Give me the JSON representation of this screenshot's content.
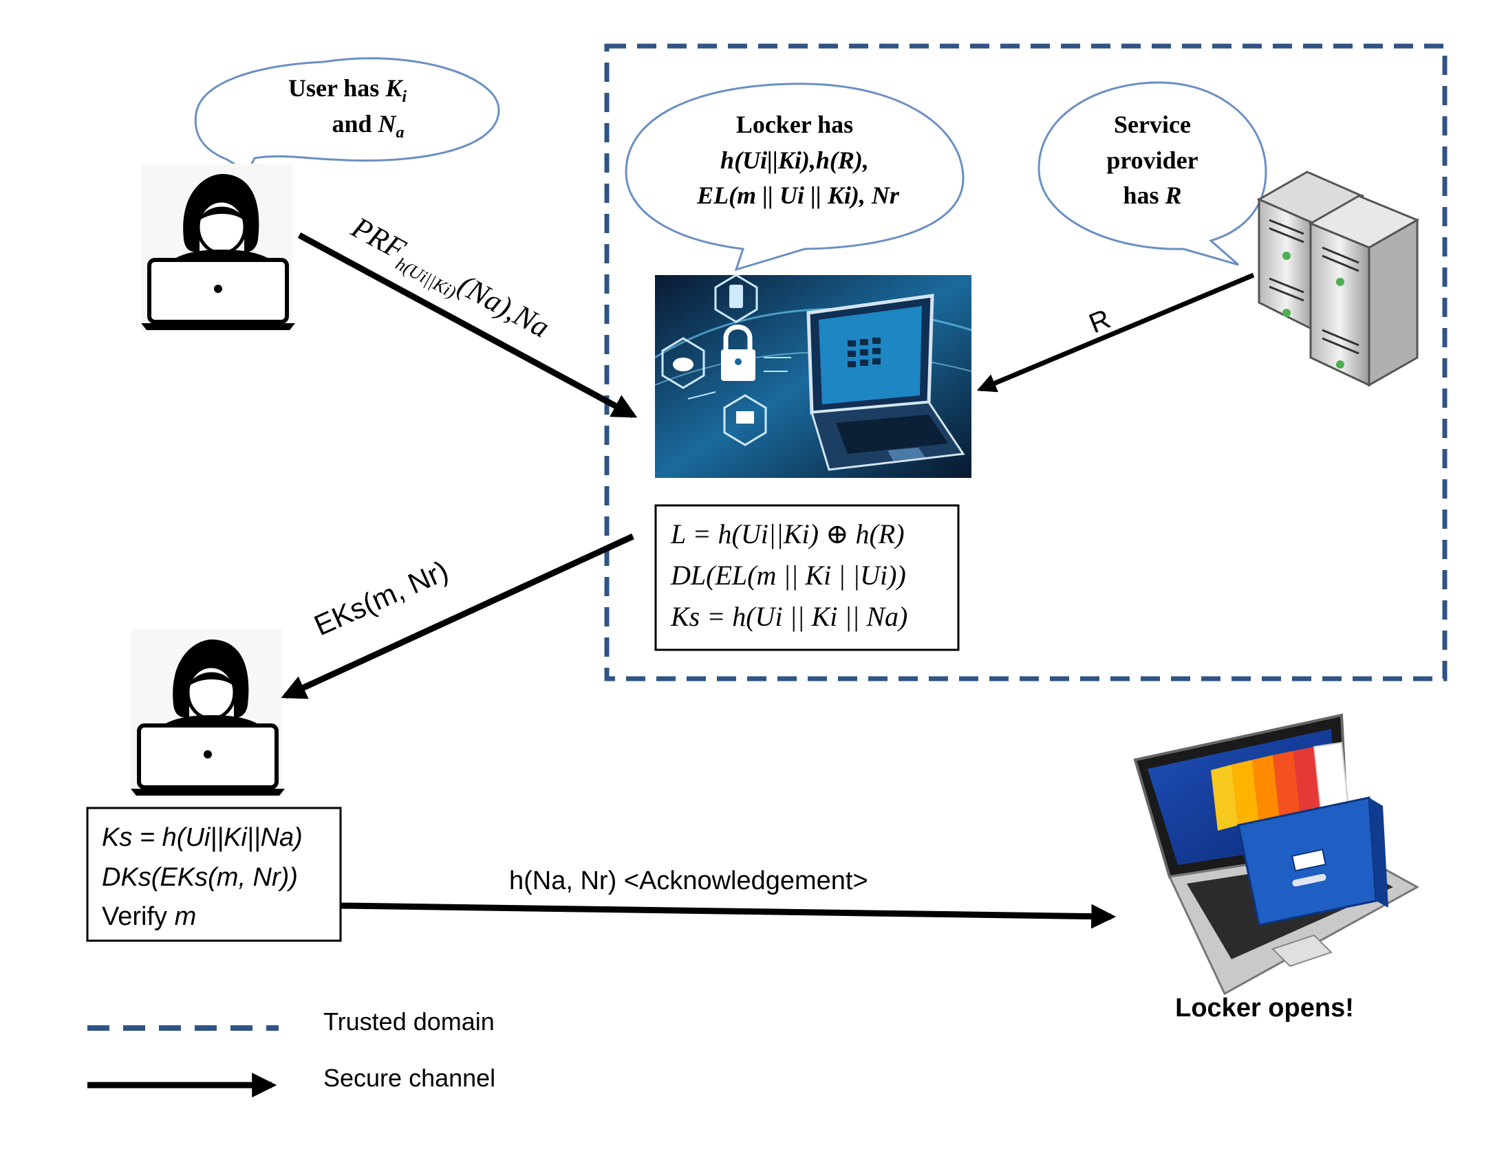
{
  "bubbles": {
    "user": {
      "line1_prefix": "User has ",
      "line1_var": "K",
      "line1_sub": "i",
      "line2_prefix": "and ",
      "line2_var": "N",
      "line2_sub": "a"
    },
    "locker": {
      "line1": "Locker has",
      "line2": "h(Ui||Ki),h(R),",
      "line3": "EL(m || Ui || Ki), Nr"
    },
    "service": {
      "line1": "Service",
      "line2": "provider",
      "line3_prefix": "has ",
      "line3_var": "R"
    }
  },
  "arrows": {
    "prf_label_main": "PRF",
    "prf_label_sub": "h(Ui||Ki)",
    "prf_label_tail": "(Na),Na",
    "r_label": "R",
    "eks_label": "EKs(m, Nr)",
    "ack_label": "h(Na, Nr) <Acknowledgement>"
  },
  "locker_box": {
    "line1": "L = h(Ui||Ki) ⊕ h(R)",
    "line2": "DL(EL(m || Ki | |Ui))",
    "line3": "Ks = h(Ui || Ki || Na)"
  },
  "user_box": {
    "line1": "Ks = h(Ui||Ki||Na)",
    "line2": "DKs(EKs(m, Nr))",
    "line3_prefix": "Verify ",
    "line3_var": "m"
  },
  "locker_opens": "Locker opens!",
  "legend": {
    "trusted": "Trusted domain",
    "secure": "Secure channel"
  },
  "colors": {
    "dashed_border": "#2f5485",
    "bubble_stroke": "#6a8fc4",
    "arrow": "#000000"
  },
  "icons": [
    "user-laptop-icon",
    "locker-laptop-image",
    "server-icon",
    "filing-laptop-icon"
  ]
}
